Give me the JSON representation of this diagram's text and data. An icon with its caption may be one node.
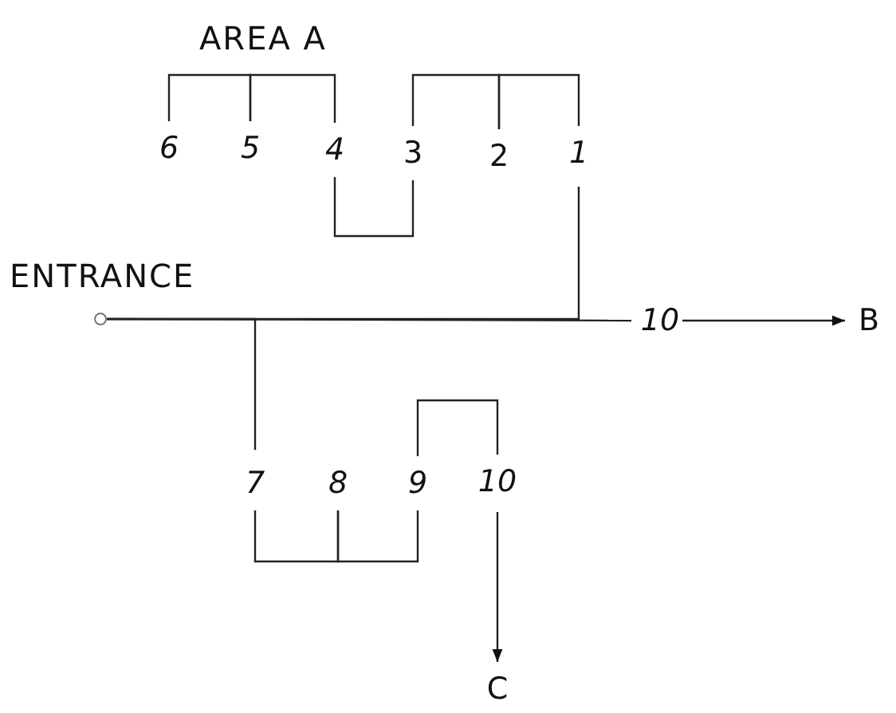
{
  "diagram": {
    "nodes": [
      {
        "text": [],
        "shape": "circle",
        "beside": [
          "ENTRANCE"
        ]
      },
      {
        "text": [
          "1"
        ]
      },
      {
        "text": [
          "2"
        ]
      },
      {
        "text": [
          "3"
        ]
      },
      {
        "text": [
          "4"
        ]
      },
      {
        "text": [
          "5"
        ]
      },
      {
        "text": [
          "6"
        ]
      },
      {
        "text": [
          "7"
        ]
      },
      {
        "text": [
          "8"
        ]
      },
      {
        "text": [
          "9"
        ]
      },
      {
        "text": [
          "10"
        ]
      },
      {
        "text": [
          "10"
        ]
      },
      {
        "text": [
          "B"
        ]
      },
      {
        "text": [
          "C"
        ]
      }
    ],
    "edges": [
      {
        "from": 0,
        "to": 11,
        "arrow": "none"
      },
      {
        "from": 0,
        "to": 1,
        "arrow": "none"
      },
      {
        "from": 0,
        "to": 7,
        "arrow": "none"
      },
      {
        "from": 11,
        "to": 12,
        "arrow": "to"
      },
      {
        "from": 1,
        "to": 2,
        "arrow": "none"
      },
      {
        "from": 2,
        "to": 3,
        "arrow": "none"
      },
      {
        "from": 3,
        "to": 4,
        "arrow": "none"
      },
      {
        "from": 4,
        "to": 5,
        "arrow": "none"
      },
      {
        "from": 5,
        "to": 6,
        "arrow": "none"
      },
      {
        "from": 7,
        "to": 8,
        "arrow": "none"
      },
      {
        "from": 8,
        "to": 9,
        "arrow": "none"
      },
      {
        "from": 9,
        "to": 10,
        "arrow": "none"
      },
      {
        "from": 10,
        "to": 13,
        "arrow": "to"
      }
    ],
    "labels": [
      "AREA A"
    ]
  }
}
